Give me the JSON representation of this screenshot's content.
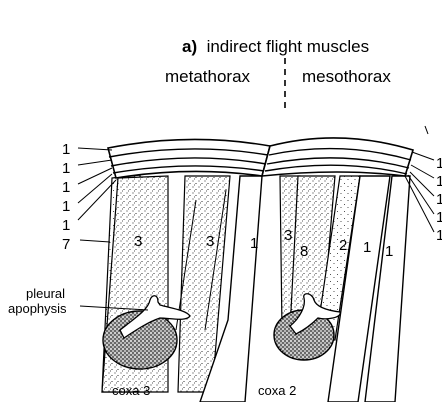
{
  "title": {
    "letter": "a)",
    "text": "indirect flight muscles"
  },
  "regions": {
    "left": "metathorax",
    "right": "mesothorax"
  },
  "labels": {
    "left_muscle_numbers": [
      "1",
      "1",
      "1",
      "1",
      "1"
    ],
    "muscle_7": "7",
    "muscle_3a": "3",
    "muscle_3b": "3",
    "muscle_1_left": "1",
    "muscle_3_right": "3",
    "muscle_8": "8",
    "muscle_2": "2",
    "muscle_1_right_a": "1",
    "muscle_1_right_b": "1",
    "right_edge_numbers": [
      "1",
      "1",
      "1",
      "1",
      "1"
    ],
    "pleural_apophysis": [
      "pleural",
      "apophysis"
    ],
    "coxa3": "coxa 3",
    "coxa2": "coxa 2"
  },
  "colors": {
    "ink": "#000000",
    "background": "#ffffff"
  }
}
